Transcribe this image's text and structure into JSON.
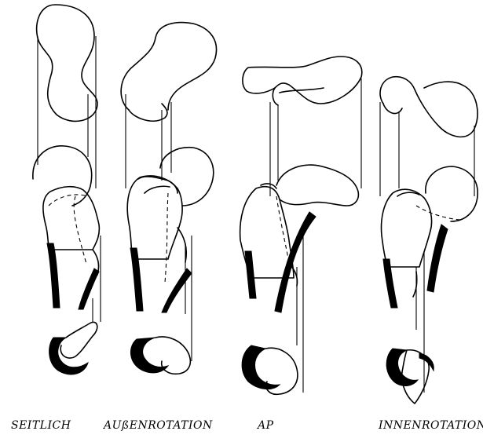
{
  "views": [
    {
      "id": "seitlich",
      "label": "SEITLICH"
    },
    {
      "id": "aussenrotation",
      "label": "AUßENROTATION"
    },
    {
      "id": "ap",
      "label": "AP"
    },
    {
      "id": "innenrotation",
      "label": "INNENROTATION"
    }
  ],
  "colors": {
    "ink": "#000000",
    "paper": "#ffffff"
  }
}
